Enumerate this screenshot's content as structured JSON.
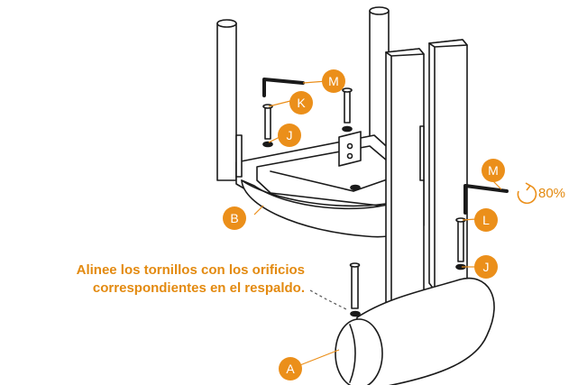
{
  "colors": {
    "accent": "#eb8f1a",
    "line": "#1a1a1a",
    "fill": "#ffffff"
  },
  "labels": {
    "A": "A",
    "B": "B",
    "J1": "J",
    "J2": "J",
    "K": "K",
    "L": "L",
    "M1": "M",
    "M2": "M"
  },
  "note": {
    "line1": "Alinee los tornillos con los orificios",
    "line2": "correspondientes en el respaldo."
  },
  "torque": {
    "value": "80%",
    "icon": "rotate-icon"
  }
}
